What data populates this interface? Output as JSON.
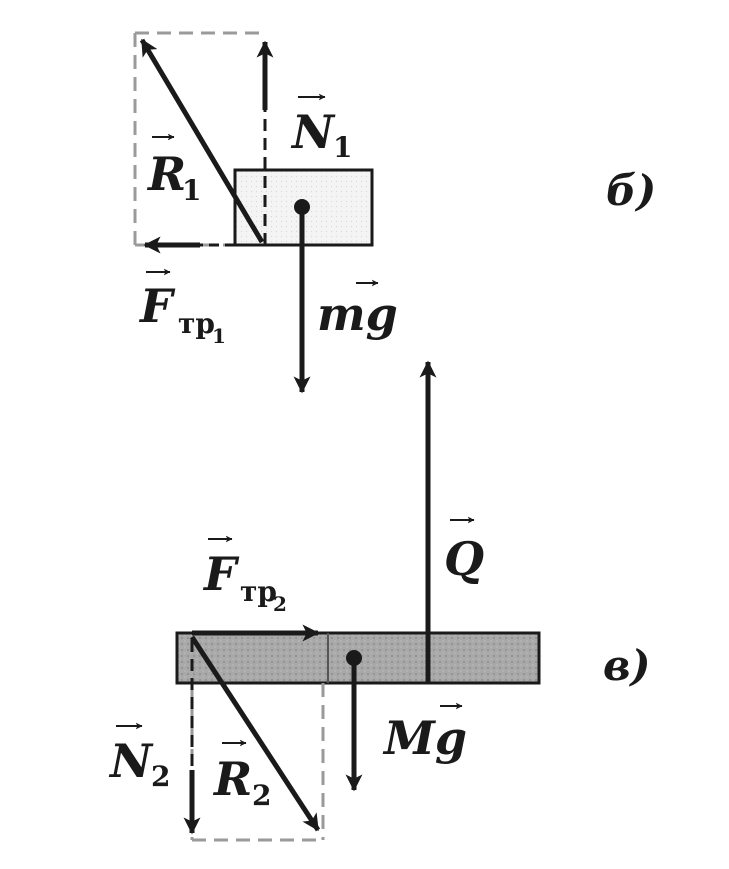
{
  "diagram_b": {
    "panel_label": "б)",
    "forces": {
      "R1": {
        "letter": "R",
        "sub": "1"
      },
      "N1": {
        "letter": "N",
        "sub": "1"
      },
      "Ftr1": {
        "letter": "F",
        "sub": "тр",
        "subsub": "1"
      },
      "mg": {
        "text": "mg"
      }
    }
  },
  "diagram_v": {
    "panel_label": "в)",
    "forces": {
      "Q": {
        "letter": "Q"
      },
      "Ftr2": {
        "letter": "F",
        "sub": "тр",
        "subsub": "2"
      },
      "N2": {
        "letter": "N",
        "sub": "2"
      },
      "R2": {
        "letter": "R",
        "sub": "2"
      },
      "Mg": {
        "text": "Mg"
      }
    }
  }
}
